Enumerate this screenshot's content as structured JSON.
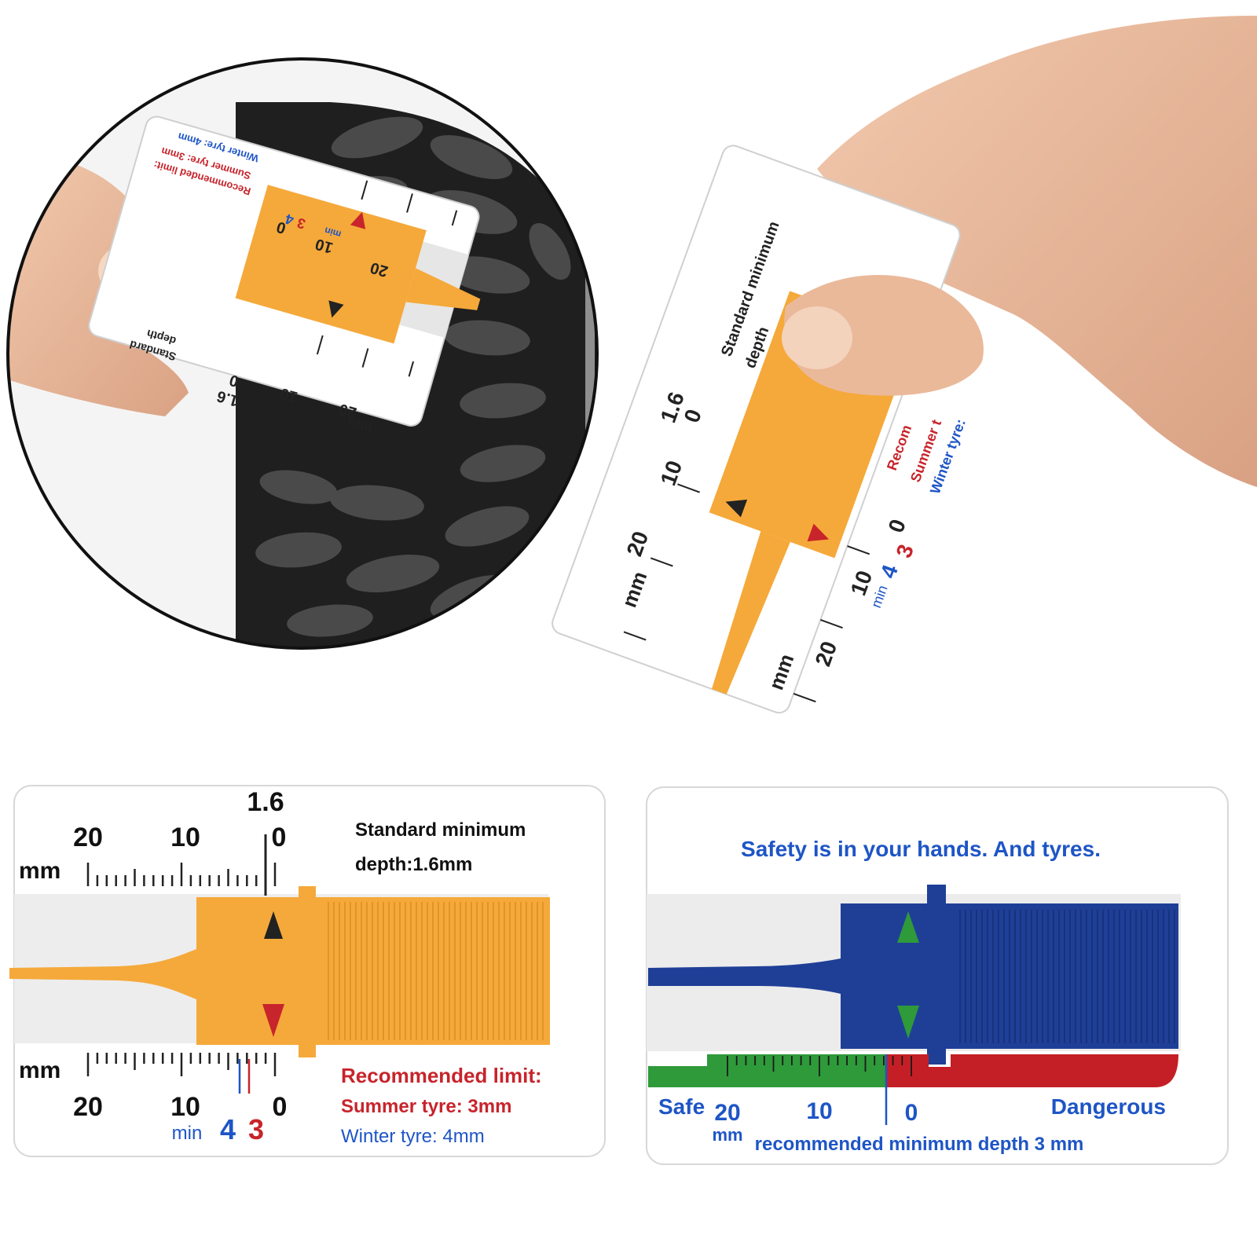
{
  "colors": {
    "gauge_orange": "#F5A93A",
    "gauge_blue": "#1F3F97",
    "label_red": "#C8242B",
    "label_blue": "#1E55C6",
    "scale_green": "#2E9A3A",
    "scale_red": "#C41F26",
    "tire_dark": "#2b2b2b"
  },
  "icons": [
    "tire-icon",
    "hand-icon",
    "arrow-up-icon",
    "arrow-down-icon"
  ],
  "orange_gauge": {
    "top_scale": {
      "unit": "mm",
      "label_20": "20",
      "label_10": "10",
      "label_0": "0",
      "label_1_6": "1.6"
    },
    "bottom_scale": {
      "unit": "mm",
      "label_20": "20",
      "label_10": "10",
      "label_0": "0",
      "min_label": "min",
      "min_4": "4",
      "min_3": "3"
    },
    "standard_line1": "Standard minimum",
    "standard_line2": "depth:1.6mm",
    "recommended_title": "Recommended limit:",
    "summer_tyre": "Summer tyre: 3mm",
    "winter_tyre": "Winter tyre:  4mm"
  },
  "blue_gauge": {
    "slogan": "Safety is in your hands. And tyres.",
    "safe_label": "Safe",
    "label_20": "20",
    "unit": "mm",
    "label_10": "10",
    "label_0": "0",
    "dangerous_label": "Dangerous",
    "recommended_text": "recommended minimum depth 3 mm"
  },
  "photo_tire": {
    "card_standard": "Standard",
    "card_depth": "depth",
    "card_recommended": "Recommended limit:",
    "card_summer": "Summer tyre: 3mm",
    "card_winter": "Winter tyre: 4mm",
    "label_20_top": "20",
    "label_10_top": "10",
    "label_0_top": "0",
    "label_4": "4",
    "label_3": "3",
    "label_min": "min",
    "label_20_bot": "20",
    "label_10_bot": "10",
    "label_0_bot": "0",
    "label_1_6": "1.6",
    "label_mm": "mm"
  },
  "photo_hand": {
    "card_standard": "Standard minimum",
    "card_depth": "depth",
    "card_recom": "Recom",
    "card_summer": "Summer t",
    "card_winter": "Winter tyre:",
    "label_1_6": "1.6",
    "label_0_top": "0",
    "label_10_top": "10",
    "label_20_top": "20",
    "label_mm_top": "mm",
    "label_0_bot": "0",
    "label_3": "3",
    "label_4": "4",
    "label_10_bot": "10",
    "label_min": "min",
    "label_20_bot": "20",
    "label_mm_bot": "mm"
  }
}
